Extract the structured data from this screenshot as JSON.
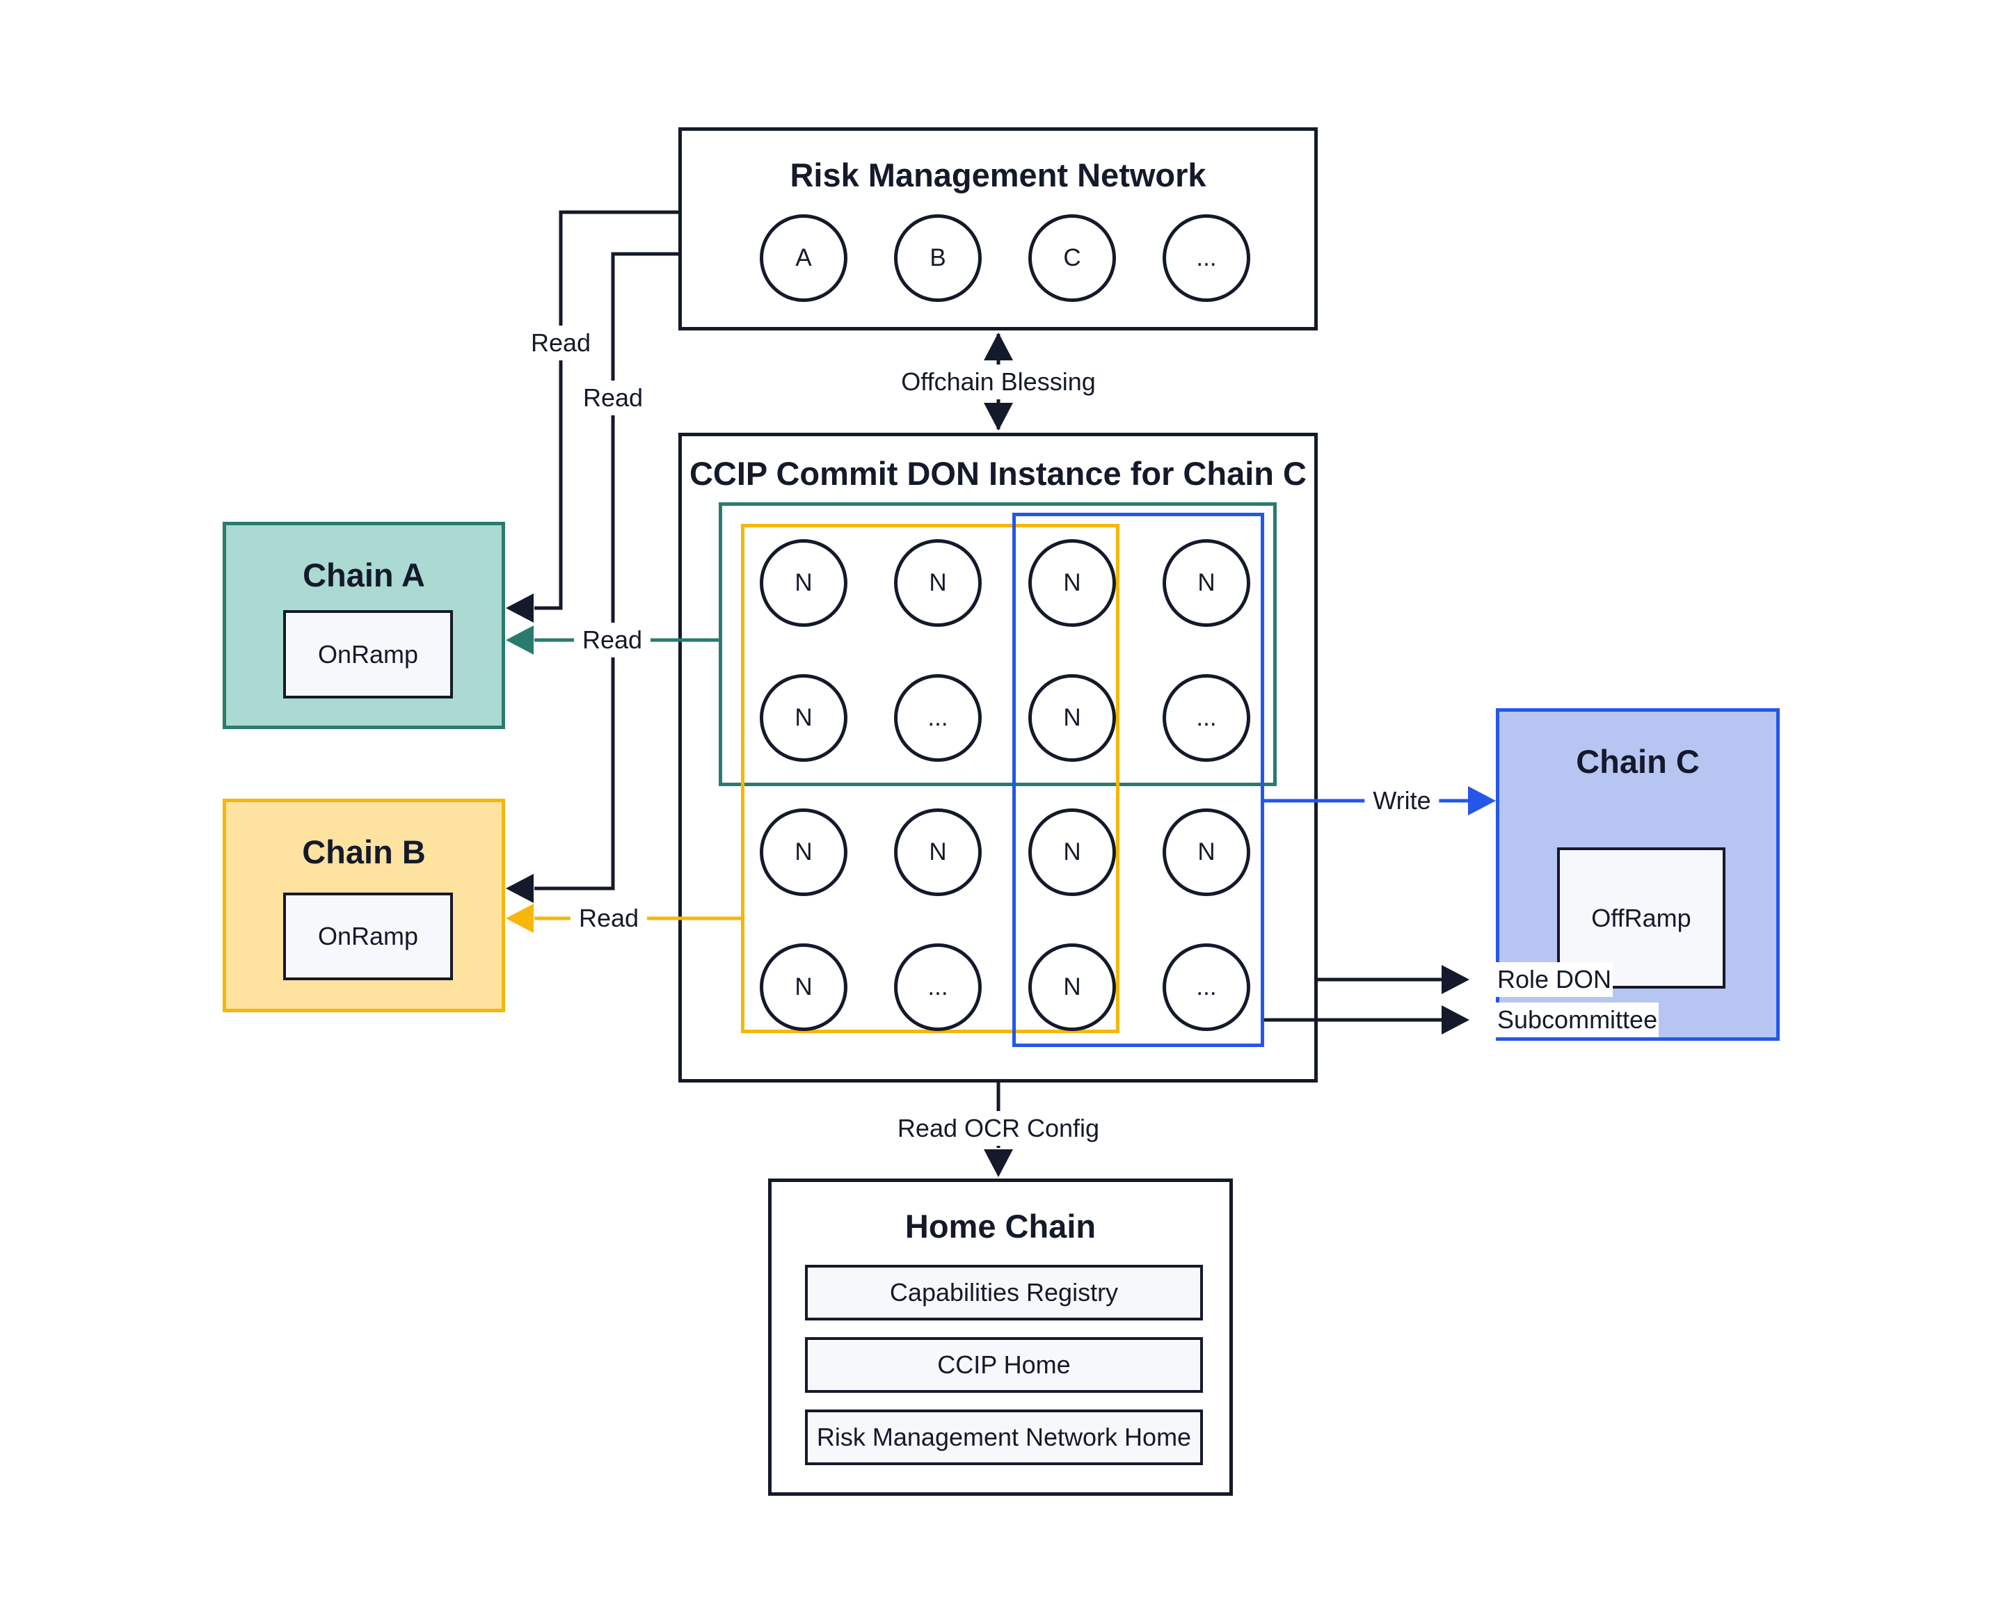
{
  "risk_management_network": {
    "title": "Risk Management Network",
    "nodes": [
      "A",
      "B",
      "C",
      "..."
    ]
  },
  "commit_don": {
    "title": "CCIP Commit DON Instance for Chain C",
    "grid": [
      [
        "N",
        "N",
        "N",
        "N"
      ],
      [
        "N",
        "...",
        "N",
        "..."
      ],
      [
        "N",
        "N",
        "N",
        "N"
      ],
      [
        "N",
        "...",
        "N",
        "..."
      ]
    ]
  },
  "chain_a": {
    "title": "Chain A",
    "contract": "OnRamp"
  },
  "chain_b": {
    "title": "Chain B",
    "contract": "OnRamp"
  },
  "chain_c": {
    "title": "Chain C",
    "contract": "OffRamp"
  },
  "home_chain": {
    "title": "Home Chain",
    "contracts": [
      "Capabilities Registry",
      "CCIP Home",
      "Risk Management Network Home"
    ]
  },
  "labels": {
    "read_rmn_a": "Read",
    "read_rmn_b": "Read",
    "read_don_a": "Read",
    "read_don_b": "Read",
    "offchain_blessing": "Offchain Blessing",
    "write": "Write",
    "read_ocr_config": "Read OCR Config",
    "role_don": "Role DON",
    "subcommittee": "Subcommittee"
  },
  "colors": {
    "ink": "#141a2b",
    "teal": "#2a7b6e",
    "teal_fill": "#aadad1",
    "yellow": "#f6b60a",
    "yellow_fill": "#fde2a0",
    "blue": "#2457e9",
    "blue_fill": "#b7c5f2",
    "panel_fill": "#f7f8fc"
  }
}
